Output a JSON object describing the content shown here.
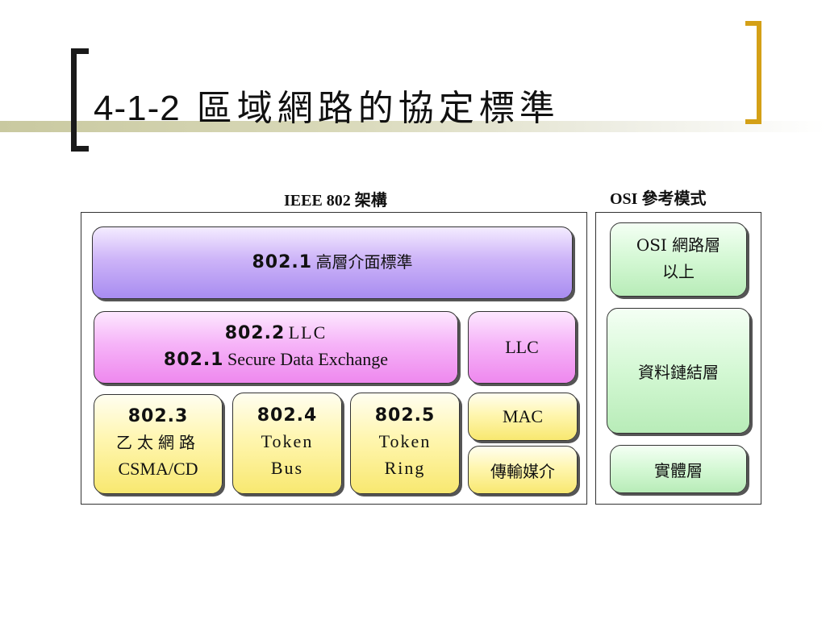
{
  "title": {
    "number": "4-1-2",
    "text": "區域網路的協定標準"
  },
  "ieee": {
    "header": "IEEE 802 架構",
    "b8021": {
      "code": "802.1",
      "text": "高層介面標準"
    },
    "b8022": {
      "code1": "802.2",
      "text1": "LLC",
      "code2": "802.1",
      "text2": "Secure Data Exchange"
    },
    "llc": "LLC",
    "b8023": {
      "code": "802.3",
      "line1": "乙太網路",
      "line2": "CSMA/CD"
    },
    "b8024": {
      "code": "802.4",
      "line1": "Token",
      "line2": "Bus"
    },
    "b8025": {
      "code": "802.5",
      "line1": "Token",
      "line2": "Ring"
    },
    "mac": "MAC",
    "media": "傳輸媒介"
  },
  "osi": {
    "header": "OSI 參考模式",
    "upper_line1": "OSI 網路層",
    "upper_line2": "以上",
    "datalink": "資料鏈結層",
    "physical": "實體層"
  },
  "colors": {
    "title_bracket_left": "#1a1a1a",
    "title_bracket_right": "#d4a017",
    "purple": "#c4a8f4",
    "pink": "#f4a8f4",
    "yellow": "#fff4a0",
    "green": "#ccf4cc"
  }
}
